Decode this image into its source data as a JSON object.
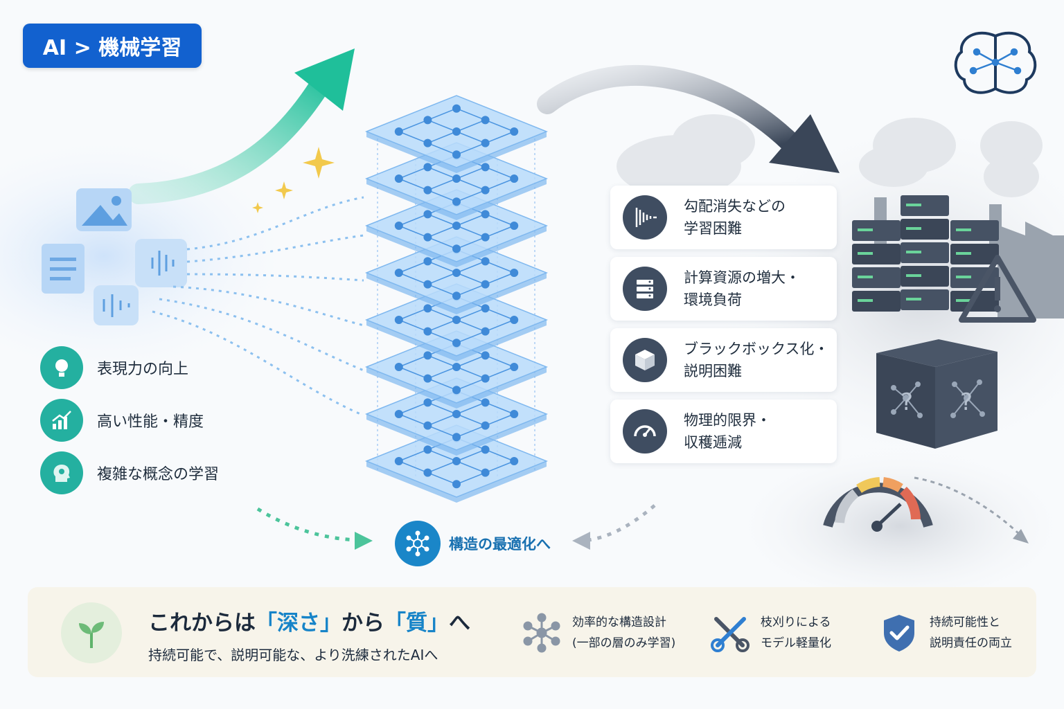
{
  "breadcrumb": "AI > 機械学習",
  "icons": {
    "brain": "brain-network-icon",
    "image": "image-icon",
    "document": "document-icon",
    "audio": "audio-wave-icon",
    "sparkle": "sparkle-icon",
    "factory": "factory-smoke-icon",
    "server": "server-rack-icon",
    "warning": "warning-icon",
    "blackbox": "black-box-cube-icon",
    "speedometer": "speedometer-icon"
  },
  "benefits": [
    {
      "label": "表現力の向上",
      "icon": "lightbulb-icon"
    },
    {
      "label": "高い性能・精度",
      "icon": "bar-chart-up-icon"
    },
    {
      "label": "複雑な概念の学習",
      "icon": "head-profile-icon"
    }
  ],
  "problems": [
    {
      "label": "勾配消失などの\n学習困難",
      "icon": "fading-wave-icon"
    },
    {
      "label": "計算資源の増大・\n環境負荷",
      "icon": "server-icon"
    },
    {
      "label": "ブラックボックス化・\n説明困難",
      "icon": "cube-icon"
    },
    {
      "label": "物理的限界・\n収穫逓減",
      "icon": "gauge-icon"
    }
  ],
  "center": {
    "label": "構造の最適化へ",
    "icon": "network-hub-icon"
  },
  "conclusion": {
    "prefix": "これからは",
    "q1": "「深さ」",
    "mid": "から",
    "q2": "「質」",
    "suffix": "へ",
    "subtitle": "持続可能で、説明可能な、より洗練されたAIへ"
  },
  "bottom_items": [
    {
      "label": "効率的な構造設計\n(一部の層のみ学習)",
      "icon": "molecule-network-icon"
    },
    {
      "label": "枝刈りによる\nモデル軽量化",
      "icon": "tools-icon"
    },
    {
      "label": "持続可能性と\n説明責任の両立",
      "icon": "shield-check-icon"
    }
  ],
  "colors": {
    "brand_blue": "#1261cf",
    "teal": "#24b0a0",
    "slate": "#3f4d61",
    "highlight": "#1784c8"
  }
}
